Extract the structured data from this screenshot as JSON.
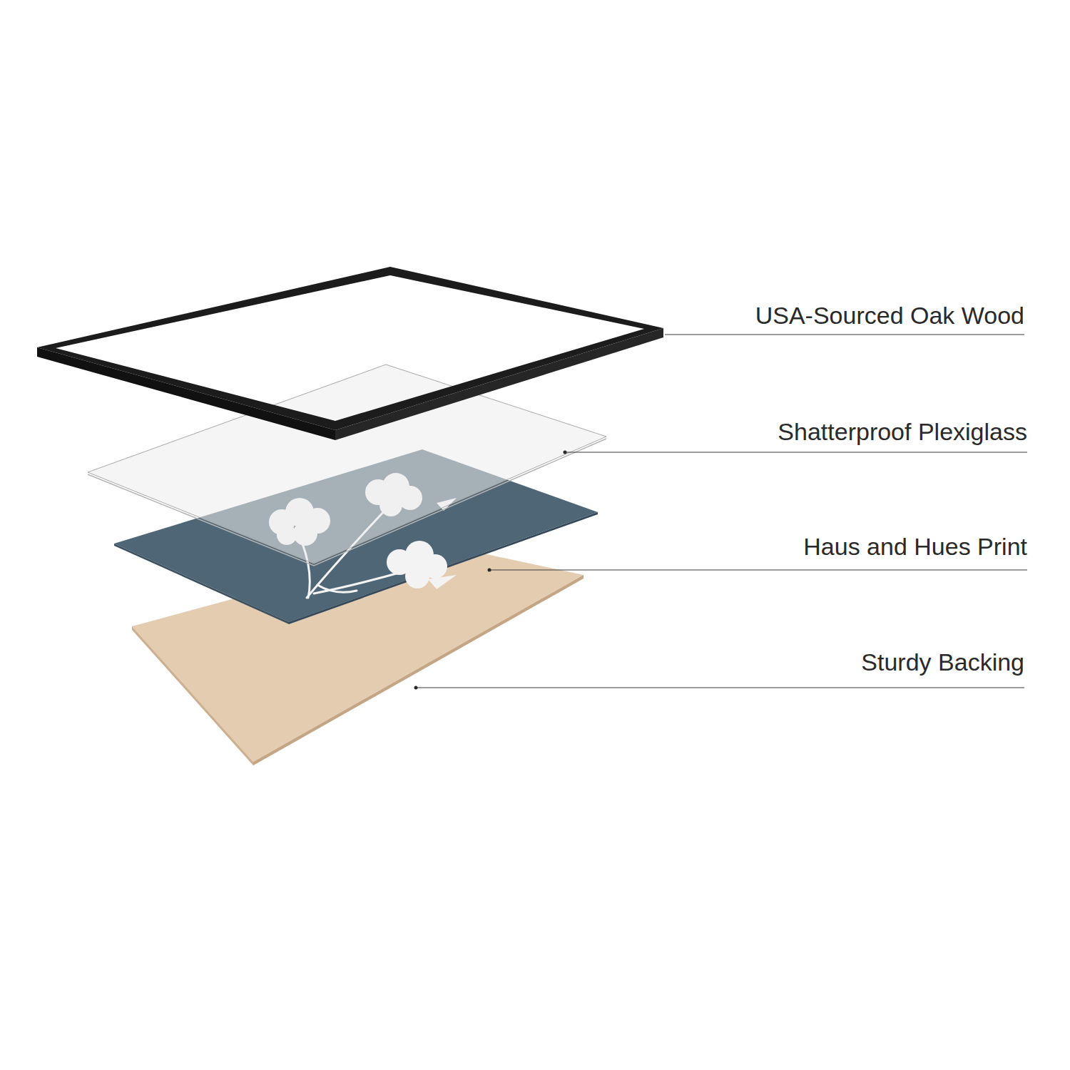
{
  "diagram": {
    "labels": [
      "USA-Sourced Oak Wood",
      "Shatterproof Plexiglass",
      "Haus and Hues Print",
      "Sturdy Backing"
    ]
  }
}
